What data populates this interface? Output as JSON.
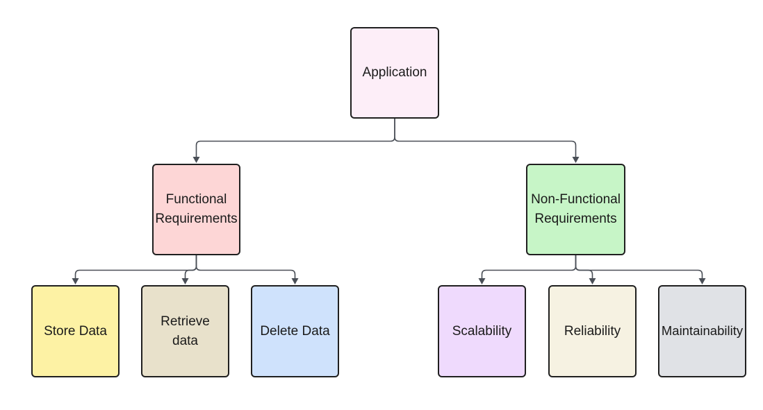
{
  "diagram": {
    "nodes": {
      "application": {
        "label": "Application",
        "color": "#fdeef8"
      },
      "functional": {
        "label": "Functional\nRequirements",
        "color": "#fdd6d6"
      },
      "nonfunctional": {
        "label": "Non-Functional\nRequirements",
        "color": "#c7f5c7"
      },
      "store": {
        "label": "Store Data",
        "color": "#fdf2a4"
      },
      "retrieve": {
        "label": "Retrieve\ndata",
        "color": "#e8e1cb"
      },
      "delete": {
        "label": "Delete Data",
        "color": "#cfe2fc"
      },
      "scalability": {
        "label": "Scalability",
        "color": "#efdafd"
      },
      "reliability": {
        "label": "Reliability",
        "color": "#f6f2e2"
      },
      "maintainability": {
        "label": "Maintainability",
        "color": "#e0e2e6"
      }
    },
    "edges": [
      {
        "from": "application",
        "to": "functional"
      },
      {
        "from": "application",
        "to": "nonfunctional"
      },
      {
        "from": "functional",
        "to": "store"
      },
      {
        "from": "functional",
        "to": "retrieve"
      },
      {
        "from": "functional",
        "to": "delete"
      },
      {
        "from": "nonfunctional",
        "to": "scalability"
      },
      {
        "from": "nonfunctional",
        "to": "reliability"
      },
      {
        "from": "nonfunctional",
        "to": "maintainability"
      }
    ],
    "connector_color": "#4a4f57"
  }
}
